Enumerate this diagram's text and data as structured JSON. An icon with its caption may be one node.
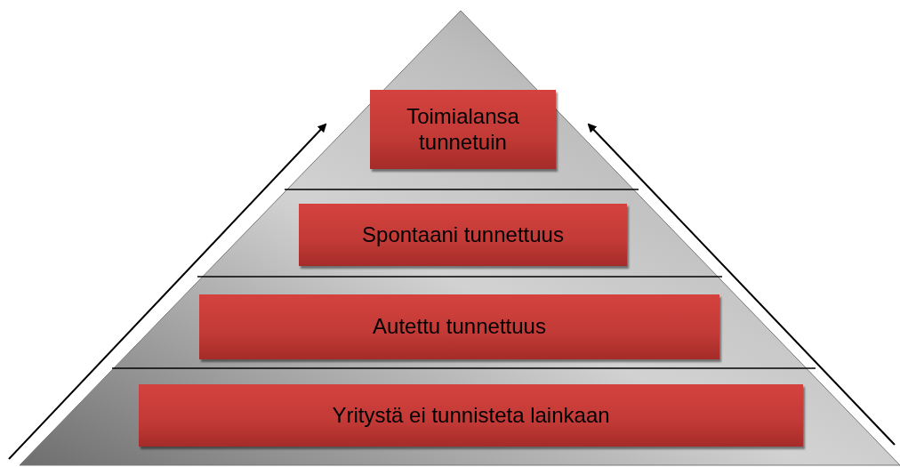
{
  "diagram": {
    "nodes": [
      {
        "text": [
          "Toimialansa tunnetuin"
        ]
      },
      {
        "text": [
          "Spontaani tunnettuus"
        ]
      },
      {
        "text": [
          "Autettu tunnettuus"
        ]
      },
      {
        "text": [
          "Yritystä ei tunnisteta lainkaan"
        ]
      }
    ]
  }
}
